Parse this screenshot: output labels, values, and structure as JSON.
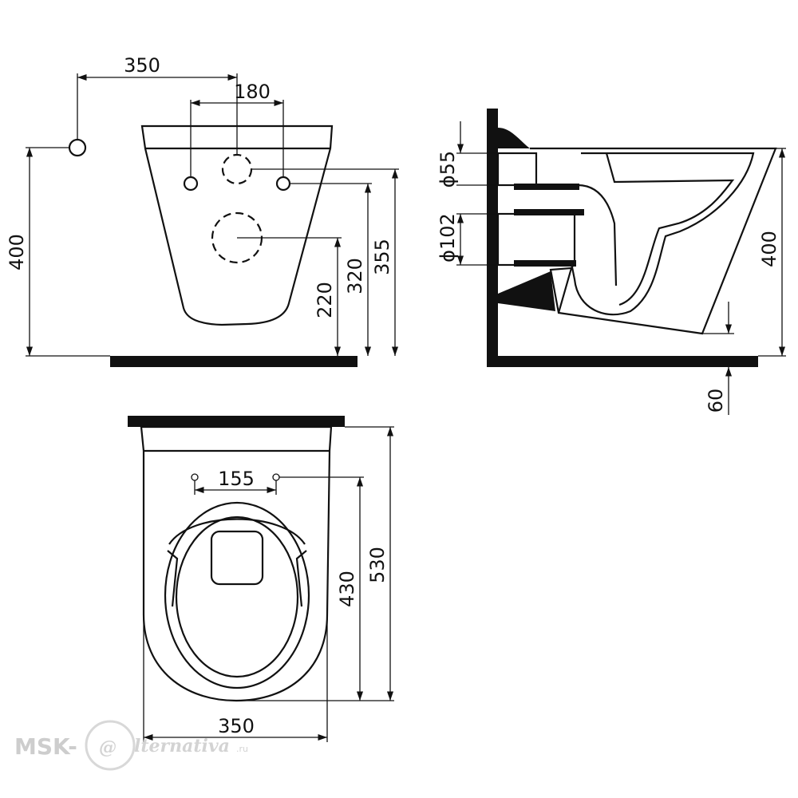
{
  "front_view": {
    "dim_width_top": "350",
    "dim_holes_spacing": "180",
    "dim_height_total": "400",
    "dim_height_outlet": "220",
    "dim_height_bolts": "320",
    "dim_height_inlet": "355"
  },
  "side_view": {
    "dim_inlet_diameter": "ϕ55",
    "dim_outlet_diameter": "ϕ102",
    "dim_height_total": "400",
    "dim_floor_gap": "60"
  },
  "top_view": {
    "dim_bolt_spacing": "155",
    "dim_length_bolts": "430",
    "dim_length_total": "530",
    "dim_width": "350"
  },
  "watermark": {
    "brand_left": "MSK-",
    "brand_symbol": "@",
    "brand_right": "lternativa",
    "brand_tld": ".ru"
  }
}
